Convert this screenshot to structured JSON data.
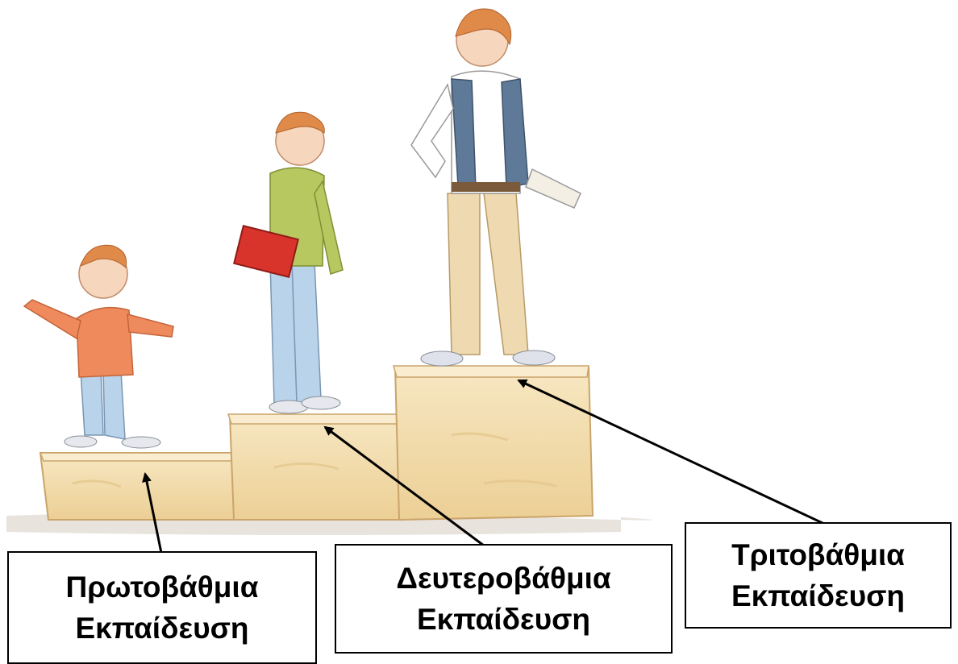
{
  "labels": {
    "primary": {
      "line1": "Πρωτοβάθμια",
      "line2": "Εκπαίδευση"
    },
    "secondary": {
      "line1": "Δευτεροβάθμια",
      "line2": "Εκπαίδευση"
    },
    "tertiary": {
      "line1": "Τριτοβάθμια",
      "line2": "Εκπαίδευση"
    }
  },
  "colors": {
    "step": "#f3ddb0",
    "step_edge": "#d9b57e",
    "arrow": "#000000",
    "box_border": "#000000"
  },
  "figures": {
    "child": {
      "shirt": "orange",
      "pants": "light blue"
    },
    "teen": {
      "shirt": "green",
      "pants": "light blue",
      "holding": "red book"
    },
    "adult": {
      "vest": "blue",
      "pants": "beige",
      "holding": "rolled papers"
    }
  }
}
